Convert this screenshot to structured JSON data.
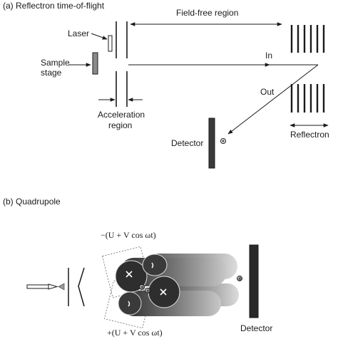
{
  "panel_a": {
    "title": "(a) Reflectron time-of-flight",
    "labels": {
      "laser": "Laser",
      "sample_stage_line1": "Sample",
      "sample_stage_line2": "stage",
      "field_free": "Field-free region",
      "in": "In",
      "out": "Out",
      "acceleration_line1": "Acceleration",
      "acceleration_line2": "region",
      "detector": "Detector",
      "reflectron": "Reflectron"
    }
  },
  "panel_b": {
    "title": "(b) Quadrupole",
    "labels": {
      "top_voltage": "−(U + V cos ωt)",
      "bottom_voltage": "+(U + V cos ωt)",
      "detector": "Detector"
    }
  },
  "colors": {
    "ink": "#1a1a1a",
    "dark_gray": "#3a3a3a",
    "mid_gray": "#8a8a8a",
    "light_gray": "#d0d0d0"
  }
}
